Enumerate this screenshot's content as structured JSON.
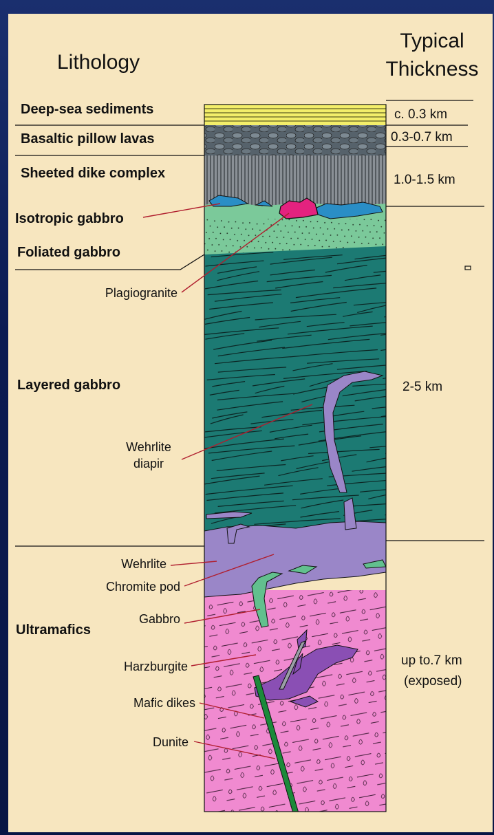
{
  "header": {
    "lithology": "Lithology",
    "thickness_line1": "Typical",
    "thickness_line2": "Thickness"
  },
  "layers": [
    {
      "name": "Deep-sea sediments",
      "thickness": "c. 0.3 km",
      "color": "#f3ee6a"
    },
    {
      "name": "Basaltic pillow lavas",
      "thickness": "0.3-0.7 km",
      "color": "#6f7d86"
    },
    {
      "name": "Sheeted dike complex",
      "thickness": "1.0-1.5 km",
      "color": "#8a9096"
    },
    {
      "name": "Isotropic gabbro",
      "thickness": "",
      "color": "#62c08e"
    },
    {
      "name": "Foliated gabbro",
      "thickness": "",
      "color": "#7bc99a"
    },
    {
      "name": "Layered gabbro",
      "thickness": "2-5 km",
      "color": "#1c7a73"
    },
    {
      "name": "Ultramafics",
      "thickness_line1": "up to.7 km",
      "thickness_line2": "(exposed)",
      "color": "#f08ad0"
    }
  ],
  "annotations": {
    "plagiogranite": "Plagiogranite",
    "wehrlite_diapir_line1": "Wehrlite",
    "wehrlite_diapir_line2": "diapir",
    "wehrlite": "Wehrlite",
    "chromite_pod": "Chromite pod",
    "gabbro": "Gabbro",
    "harzburgite": "Harzburgite",
    "mafic_dikes": "Mafic dikes",
    "dunite": "Dunite"
  },
  "colors": {
    "background": "#f7e6bf",
    "frame": "#0b1a52",
    "wehrlite": "#9a86c8",
    "dunite": "#8a4fb4",
    "plagiogranite": "#e4227f",
    "isotropic_blue": "#2a8ec6",
    "mafic_dike": "#1c8a3a",
    "leader_line": "#b01e2e"
  }
}
